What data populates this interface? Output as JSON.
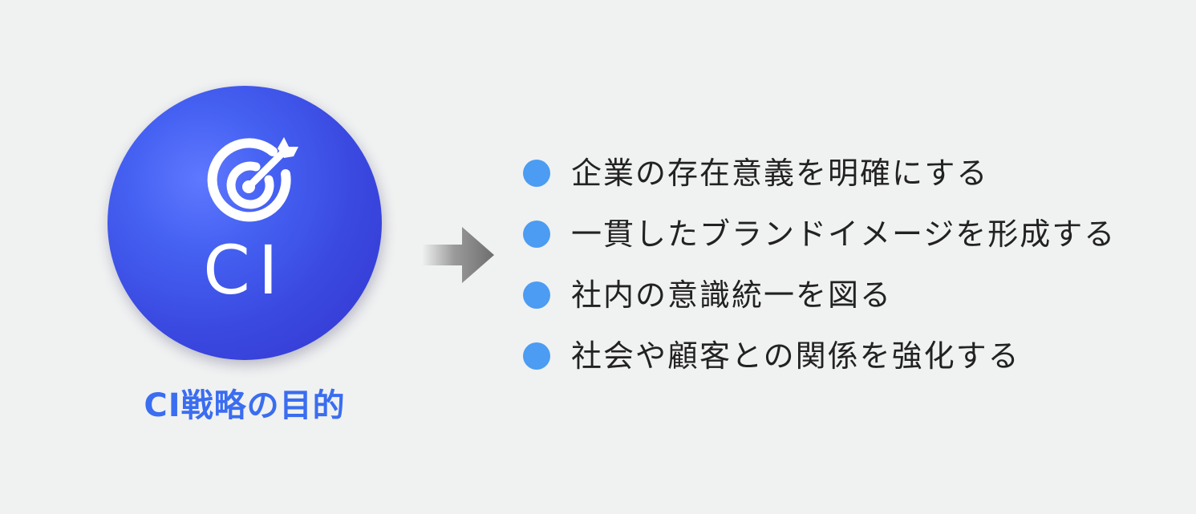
{
  "badge": {
    "label": "CI",
    "icon": "target-arrow-icon",
    "color": "#3a49e0"
  },
  "caption": "CI戦略の目的",
  "caption_color": "#3a6df0",
  "arrow_icon": "right-arrow-icon",
  "bullets": [
    {
      "text": "企業の存在意義を明確にする"
    },
    {
      "text": "一貫したブランドイメージを形成する"
    },
    {
      "text": "社内の意識統一を図る"
    },
    {
      "text": "社会や顧客との関係を強化する"
    }
  ],
  "bullet_color": "#4b9cf2"
}
